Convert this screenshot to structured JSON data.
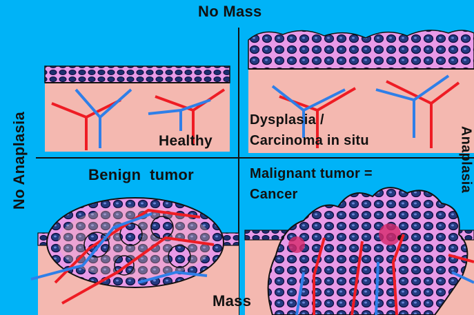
{
  "axes": {
    "top": "No Mass",
    "bottom": "Mass",
    "left": "No Anaplasia",
    "right": "Anaplasia"
  },
  "quadrants": {
    "healthy": "Healthy",
    "dysplasia_line1": "Dysplasia /",
    "dysplasia_line2": "Carcinoma in situ",
    "benign": "Benign  tumor",
    "malignant_line1": "Malignant tumor =",
    "malignant_line2": "Cancer"
  },
  "colors": {
    "background": "#00b3f7",
    "tissue": "#f4b8b0",
    "epithelium": "#e89ae8",
    "cell_nucleus": "#1c2f6e",
    "artery": "#ee1c24",
    "vein": "#2f7fe8"
  }
}
